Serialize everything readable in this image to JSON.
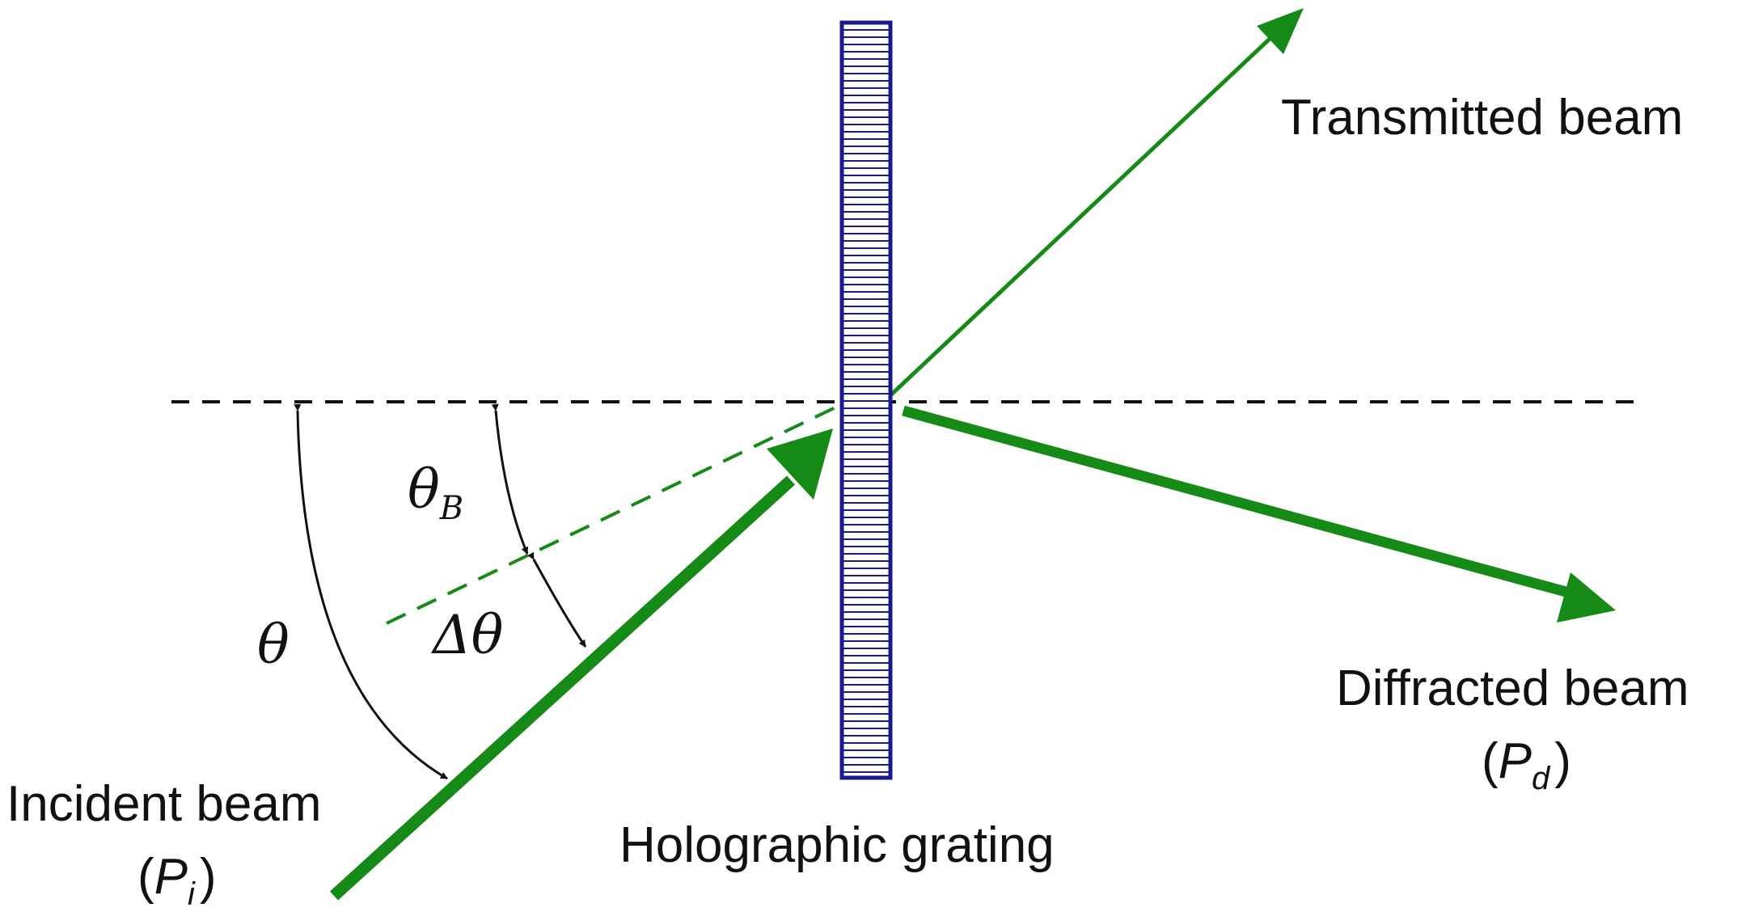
{
  "labels": {
    "transmitted_beam": "Transmitted beam",
    "diffracted_beam": "Diffracted beam",
    "diffracted_power_symbol": "P",
    "diffracted_power_subscript": "d",
    "incident_beam": "Incident beam",
    "incident_power_symbol": "P",
    "incident_power_subscript": "i",
    "grating": "Holographic grating",
    "angle_theta": "θ",
    "angle_theta_b_symbol": "θ",
    "angle_theta_b_subscript": "B",
    "angle_delta_theta": "Δθ",
    "paren_open": "(",
    "paren_close": ")"
  },
  "colors": {
    "beam": "#168a16",
    "grating_border": "#1a1a8c",
    "grating_fill": "#ffffff",
    "grating_lines": "#1a1a8c",
    "reference_line": "#111111",
    "angle_arrows": "#111111",
    "text": "#111111"
  }
}
